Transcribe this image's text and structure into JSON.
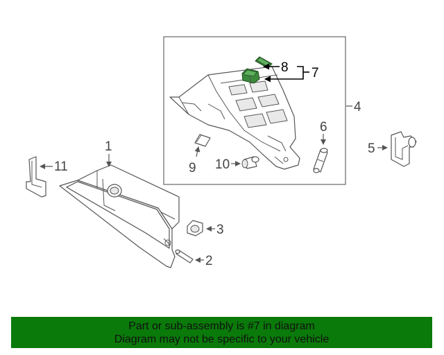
{
  "diagram": {
    "callouts": {
      "c1": "1",
      "c2": "2",
      "c3": "3",
      "c4": "4",
      "c5": "5",
      "c6": "6",
      "c7": "7",
      "c8": "8",
      "c9": "9",
      "c10": "10",
      "c11": "11"
    },
    "highlight_color": "#3c8a3c"
  },
  "banner": {
    "line1": "Part or sub-assembly is #7 in diagram",
    "line2": "Diagram may not be specific to your vehicle",
    "background": "#0a7a0a"
  }
}
